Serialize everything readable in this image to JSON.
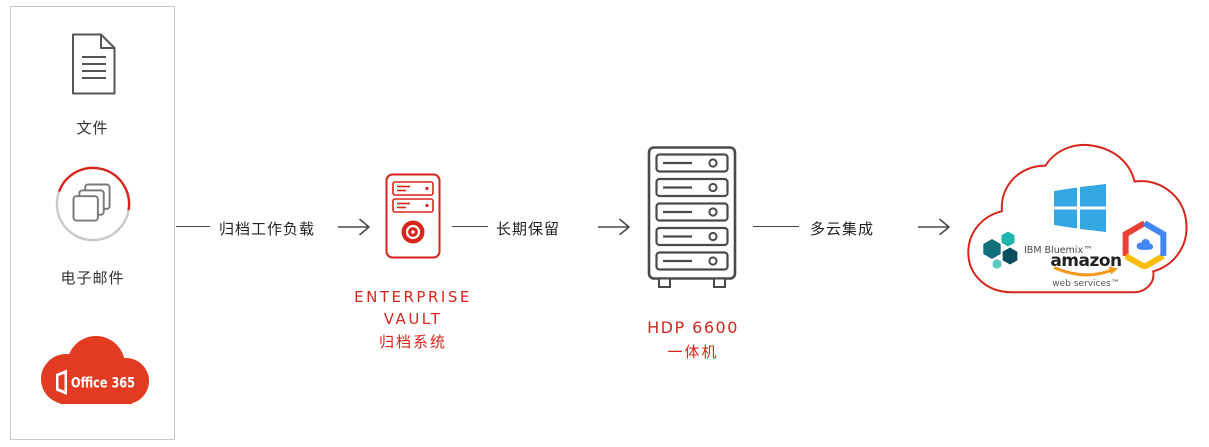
{
  "panel": {
    "file_label": "文件",
    "email_label": "电子邮件",
    "office365_text": "Office 365"
  },
  "connectors": {
    "archive_workload": "归档工作负载",
    "long_term_retention": "长期保留",
    "multicloud_integration": "多云集成"
  },
  "enterprise_vault": {
    "name_line1": "ENTERPRISE",
    "name_line2": "VAULT",
    "subtitle": "归档系统"
  },
  "hdp_appliance": {
    "model": "HDP 6600",
    "subtitle": "一体机"
  },
  "multicloud": {
    "ibm": "IBM Bluemix™",
    "amazon": "amazon",
    "amazon_sub": "web services™"
  },
  "icons": [
    "document-icon",
    "email-stack-icon",
    "office365-cloud-logo",
    "enterprise-vault-server-icon",
    "hdp-rack-icon",
    "right-arrow-icon",
    "multicloud-cloud-outline",
    "ibm-bluemix-hexagons-logo",
    "azure-window-logo",
    "google-cloud-hexagon-logo",
    "aws-smile-logo"
  ],
  "colors": {
    "brand_red": "#d8251c",
    "line_gray": "#4a4a4a",
    "office_red": "#e23b22",
    "azure_blue": "#35a7e0",
    "aws_orange": "#f7981d",
    "gcp_red": "#ea4335",
    "gcp_blue": "#4285f4",
    "gcp_yellow": "#fbbc05"
  }
}
